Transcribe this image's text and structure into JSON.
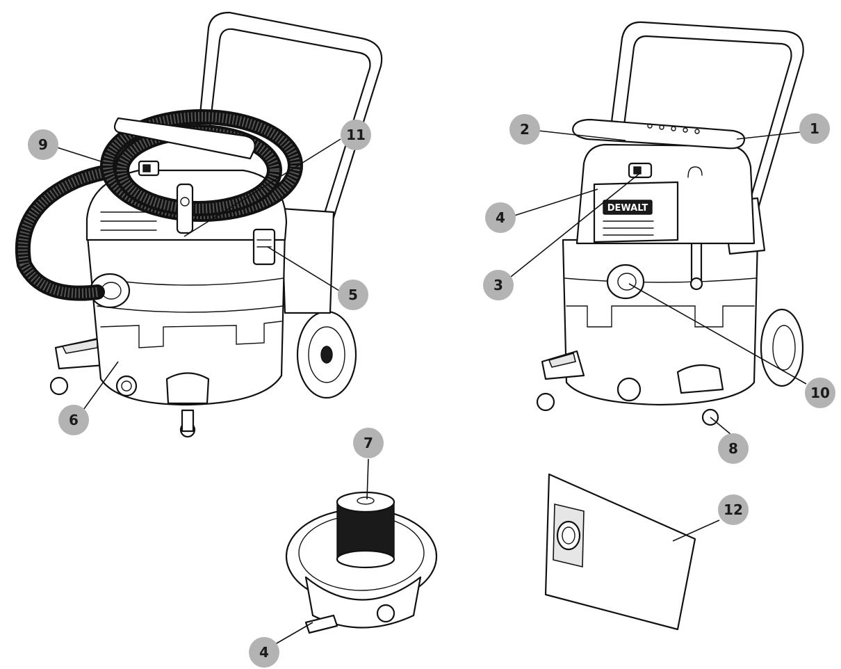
{
  "figure": {
    "brand_label": "DEWALT",
    "callouts": [
      {
        "id": "c1",
        "label": "1"
      },
      {
        "id": "c2",
        "label": "2"
      },
      {
        "id": "c3",
        "label": "3"
      },
      {
        "id": "c4a",
        "label": "4"
      },
      {
        "id": "c4b",
        "label": "4"
      },
      {
        "id": "c5",
        "label": "5"
      },
      {
        "id": "c6",
        "label": "6"
      },
      {
        "id": "c7",
        "label": "7"
      },
      {
        "id": "c8",
        "label": "8"
      },
      {
        "id": "c9",
        "label": "9"
      },
      {
        "id": "c10",
        "label": "10"
      },
      {
        "id": "c11",
        "label": "11"
      },
      {
        "id": "c12",
        "label": "12"
      }
    ]
  },
  "colors": {
    "callout_fill": "#b3b3b3",
    "line": "#111111",
    "background": "#ffffff"
  }
}
